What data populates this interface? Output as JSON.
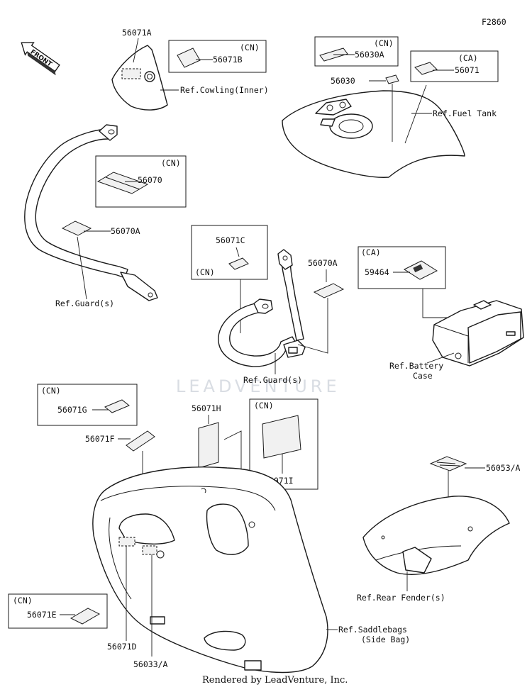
{
  "figure_code": "F2860",
  "front_arrow": "FRONT",
  "watermark": "LEADVENTURE",
  "footer": "Rendered by LeadVenture, Inc.",
  "variant_tags": {
    "cn": "(CN)",
    "ca": "(CA)"
  },
  "parts": {
    "p_56071A": "56071A",
    "p_56071B": "56071B",
    "p_56030A": "56030A",
    "p_56030": "56030",
    "p_56071": "56071",
    "p_56070": "56070",
    "p_56070A_left": "56070A",
    "p_56071C": "56071C",
    "p_56070A_center": "56070A",
    "p_59464": "59464",
    "p_56071G": "56071G",
    "p_56071F": "56071F",
    "p_56071H": "56071H",
    "p_56071I": "56071I",
    "p_56053A": "56053/A",
    "p_56071E": "56071E",
    "p_56071D": "56071D",
    "p_56033A": "56033/A"
  },
  "refs": {
    "cowling_inner": "Ref.Cowling(Inner)",
    "fuel_tank": "Ref.Fuel Tank",
    "guard_left": "Ref.Guard(s)",
    "guard_center": "Ref.Guard(s)",
    "battery_case_1": "Ref.Battery",
    "battery_case_2": "Case",
    "rear_fender": "Ref.Rear Fender(s)",
    "saddlebags_1": "Ref.Saddlebags",
    "saddlebags_2": "(Side Bag)"
  }
}
